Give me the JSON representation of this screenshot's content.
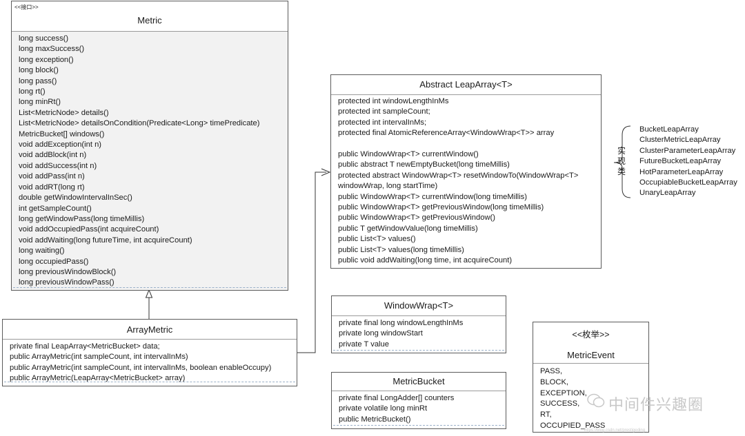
{
  "metric": {
    "stereotype": "<<接口>>",
    "name": "Metric",
    "methods": [
      "long success()",
      "long maxSuccess()",
      "long exception()",
      "long block()",
      "long pass()",
      "long rt()",
      "long minRt()",
      "List<MetricNode> details()",
      "List<MetricNode> detailsOnCondition(Predicate<Long> timePredicate)",
      "MetricBucket[] windows()",
      "void addException(int n)",
      "void addBlock(int n)",
      "void addSuccess(int n)",
      "void addPass(int n)",
      "void addRT(long rt)",
      "double getWindowIntervalInSec()",
      "int getSampleCount()",
      "long getWindowPass(long timeMillis)",
      "void addOccupiedPass(int acquireCount)",
      "void addWaiting(long futureTime, int acquireCount)",
      "long waiting()",
      "long occupiedPass()",
      "long previousWindowBlock()",
      "long previousWindowPass()"
    ]
  },
  "arrayMetric": {
    "name": "ArrayMetric",
    "members": [
      "private final LeapArray<MetricBucket> data;",
      "public ArrayMetric(int sampleCount, int intervalInMs)",
      "public ArrayMetric(int sampleCount, int intervalInMs, boolean enableOccupy)",
      "public ArrayMetric(LeapArray<MetricBucket> array)"
    ]
  },
  "leapArray": {
    "name": "Abstract LeapArray<T>",
    "fields": [
      "protected int windowLengthInMs",
      "protected int sampleCount;",
      "protected int intervalInMs;",
      "protected final AtomicReferenceArray<WindowWrap<T>> array"
    ],
    "methods": [
      "public WindowWrap<T> currentWindow()",
      "public abstract T newEmptyBucket(long timeMillis)",
      "protected abstract WindowWrap<T> resetWindowTo(WindowWrap<T>",
      "windowWrap, long startTime)",
      "public WindowWrap<T> currentWindow(long timeMillis)",
      "public WindowWrap<T> getPreviousWindow(long timeMillis)",
      "public WindowWrap<T> getPreviousWindow()",
      "public T getWindowValue(long timeMillis)",
      "public List<T> values()",
      "public List<T> values(long timeMillis)",
      "public void addWaiting(long time, int acquireCount)"
    ]
  },
  "implementations": {
    "label": [
      "实",
      "现",
      "类"
    ],
    "items": [
      "BucketLeapArray",
      "ClusterMetricLeapArray",
      "ClusterParameterLeapArray",
      "FutureBucketLeapArray",
      "HotParameterLeapArray",
      "OccupiableBucketLeapArray",
      "UnaryLeapArray"
    ]
  },
  "windowWrap": {
    "name": "WindowWrap<T>",
    "fields": [
      "private final long windowLengthInMs",
      "private long windowStart",
      "private T value"
    ]
  },
  "metricBucket": {
    "name": "MetricBucket",
    "members": [
      "private final LongAdder[] counters",
      "private volatile long minRt",
      "public MetricBucket()"
    ]
  },
  "metricEvent": {
    "stereotype": "<<枚举>>",
    "name": "MetricEvent",
    "values": [
      "PASS,",
      "BLOCK,",
      "EXCEPTION,",
      "SUCCESS,",
      "RT,",
      "OCCUPIED_PASS"
    ]
  },
  "watermark": {
    "text": "中间件兴趣圈",
    "url": "https://blog.csdn.net/prestigeding"
  }
}
